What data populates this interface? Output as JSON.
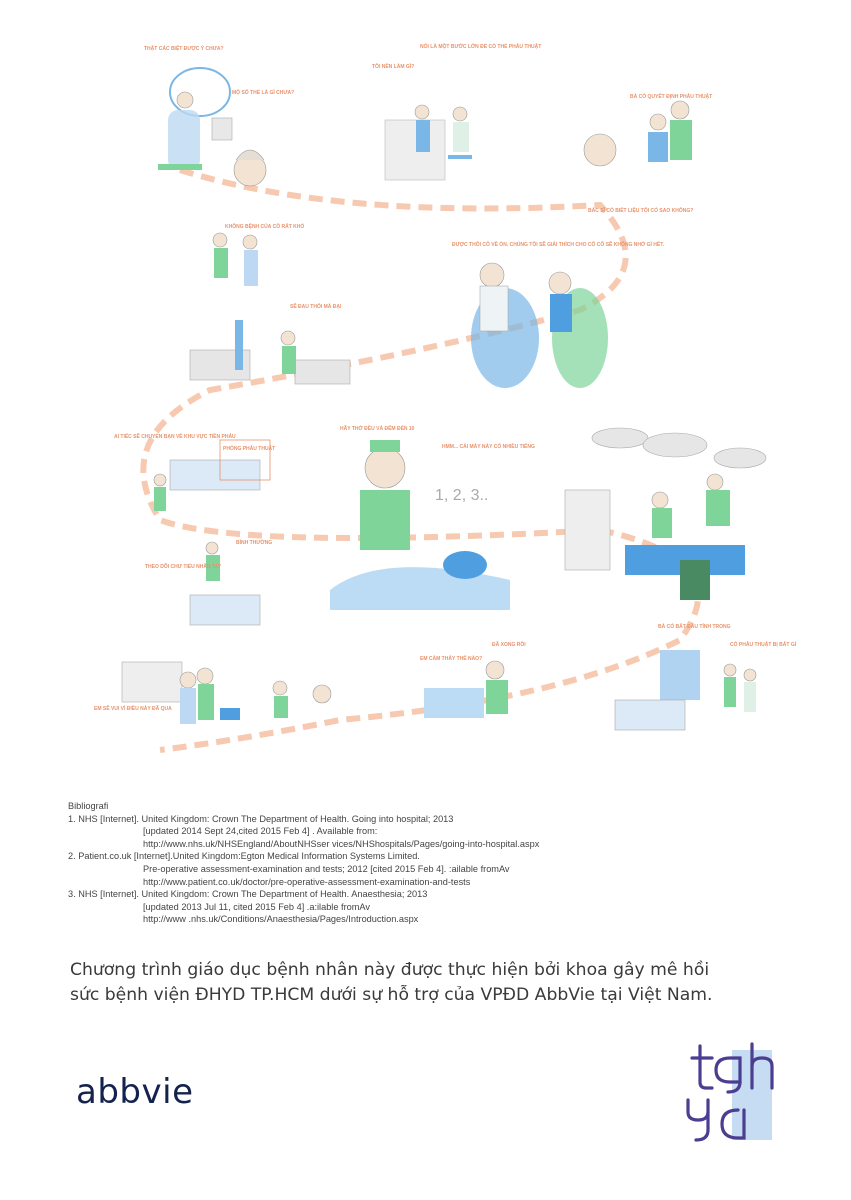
{
  "illustration": {
    "bubbles": [
      "THẬT CÁC BIỆT ĐƯỢC Ý CHƯA?",
      "MỘ SỐ THỂ LÀ GÌ CHƯA?",
      "TÔI NÊN LÀM GÌ?",
      "NÓI LÀ MỘT BƯỚC LỚN ĐỂ CÓ THỂ PHẪU THUẬT",
      "BÀ CÓ QUYẾT ĐỊNH PHẪU THUẬT",
      "ĐƯỢC THÔI CÔ VỀ ỔN. CHÚNG TÔI SẼ GIẢI THÍCH CHO CÔ CÔ SẼ KHÔNG NHỚ GÌ HẾT.",
      "BÁC SĨ CÓ BIẾT LIỆU TÔI CÓ SAO KHÔNG?",
      "KHÔNG BỆNH CỦA CÔ RẤT KHÓ",
      "SẼ ĐAU THÔI MÀ ĐẠI",
      "HÃY THỞ ĐỀU VÀ ĐẾM ĐẾN 10",
      "HMM... CÁI MÁY NÀY CÓ NHIỀU TIẾNG",
      "AI TIẾC SẼ CHUYỂN BẠN VỀ KHU VỰC TIỀN PHẪU",
      "BÌNH THƯỜNG",
      "THEO DÕI CHƯ TIỂU NHÂN TAY",
      "EM SẼ VUI VÌ ĐIỀU NÀY ĐÃ QUA",
      "EM CẢM THẤY THẾ NÀO?",
      "ĐÃ XONG RỒI",
      "BÀ CÓ BẮT ĐẦU TỈNH TRONG",
      "CÓ PHẪU THUẬT BỊ BẤT GÌ"
    ],
    "counting": "1, 2, 3..",
    "sign": "PHÒNG PHẪU THUẬT"
  },
  "bibliography": {
    "heading": "Bibliografi",
    "lines": [
      {
        "text": "1. NHS [Internet]. United Kingdom: Crown The Department of Health. Going into hospital; 2013",
        "indent": false
      },
      {
        "text": "[updated 2014 Sept 24,cited 2015 Feb 4] . Available from:",
        "indent": true
      },
      {
        "text": "http://www.nhs.uk/NHSEngland/AboutNHSser vices/NHShospitals/Pages/going-into-hospital.aspx",
        "indent": true
      },
      {
        "text": "2. Patient.co.uk [Internet].United Kingdom:Egton Medical Information Systems Limited.",
        "indent": false
      },
      {
        "text": "Pre-operative assessment-examination and tests; 2012 [cited 2015 Feb 4]. :ailable fromAv",
        "indent": true
      },
      {
        "text": "http://www.patient.co.uk/doctor/pre-operative-assessment-examination-and-tests",
        "indent": true
      },
      {
        "text": "3. NHS [Internet]. United Kingdom: Crown The Department of Health. Anaesthesia; 2013",
        "indent": false
      },
      {
        "text": "[updated 2013 Jul 11, cited 2015 Feb 4] .a:ilable fromAv",
        "indent": true
      },
      {
        "text": "http://www .nhs.uk/Conditions/Anaesthesia/Pages/Introduction.aspx",
        "indent": true
      }
    ]
  },
  "credit": {
    "line1": "Chương trình giáo dục bệnh nhân này được thực hiện bởi khoa gây mê hồi",
    "line2": "sức bệnh viện ĐHYD TP.HCM dưới sự hỗ trợ của VPĐD AbbVie tại Việt Nam."
  },
  "logos": {
    "abbvie": "abbvie",
    "hospital_logo_letters": "t g h y a"
  },
  "colors": {
    "path": "#f6c9b0",
    "bubble": "#e8926a",
    "green": "#7fd49a",
    "blue": "#7ab6e6",
    "abbvie_navy": "#14224d",
    "logo_purple": "#4b3d8f",
    "logo_lightblue": "#c5dcf2"
  }
}
